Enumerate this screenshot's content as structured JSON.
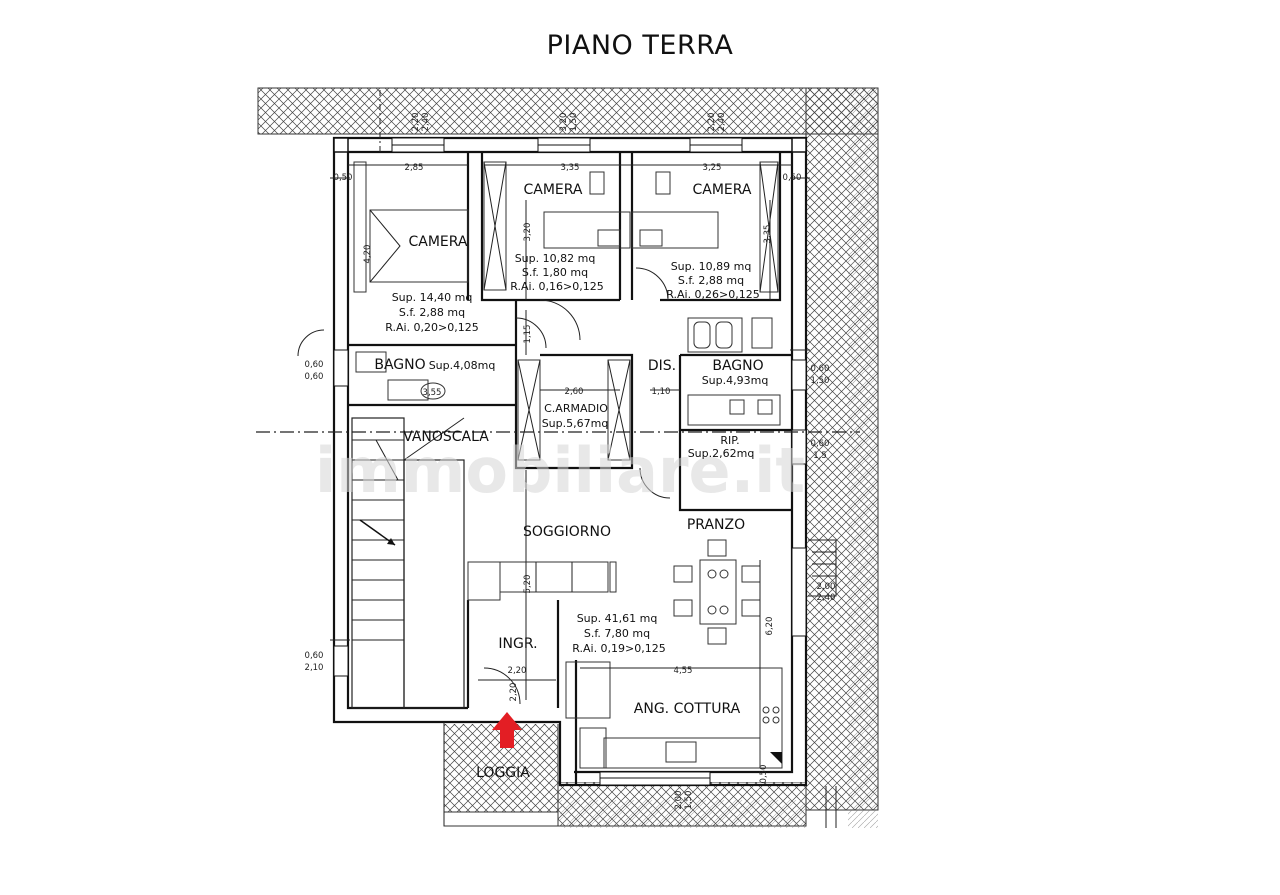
{
  "title": "PIANO TERRA",
  "watermark": "immobiliare.it",
  "accent_color": "#e31e24",
  "entrance_marker": "red-up-arrow",
  "rooms": {
    "camera1": {
      "name": "CAMERA",
      "sup": "Sup. 14,40 mq",
      "sf": "S.f. 2,88 mq",
      "rai": "R.Ai. 0,20>0,125"
    },
    "camera2": {
      "name": "CAMERA",
      "sup": "Sup. 10,82 mq",
      "sf": "S.f. 1,80 mq",
      "rai": "R.Ai. 0,16>0,125"
    },
    "camera3": {
      "name": "CAMERA",
      "sup": "Sup. 10,89 mq",
      "sf": "S.f. 2,88 mq",
      "rai": "R.Ai. 0,26>0,125"
    },
    "bagno1": {
      "name": "BAGNO",
      "sup": "Sup.4,08mq"
    },
    "bagno2": {
      "name": "BAGNO",
      "sup": "Sup.4,93mq"
    },
    "dis": {
      "name": "DIS."
    },
    "carmadio": {
      "name": "C.ARMADIO",
      "sup": "Sup.5,67mq"
    },
    "rip": {
      "name": "RIP.",
      "sup": "Sup.2,62mq"
    },
    "vanoscala": {
      "name": "VANOSCALA"
    },
    "soggiorno": {
      "name": "SOGGIORNO",
      "sup": "Sup. 41,61 mq",
      "sf": "S.f. 7,80 mq",
      "rai": "R.Ai. 0,19>0,125"
    },
    "pranzo": {
      "name": "PRANZO"
    },
    "ingr": {
      "name": "INGR."
    },
    "ang_cottura": {
      "name": "ANG. COTTURA"
    },
    "loggia": {
      "name": "LOGGIA"
    }
  },
  "dimensions": {
    "d285": "2,85",
    "d335": "3,35",
    "d325": "3,25",
    "d050a": "0,50",
    "d050b": "0,50",
    "d220a": "2,20",
    "d240a": "2,40",
    "d320a": "3,20",
    "d150a": "1,50",
    "d220b": "2,20",
    "d240b": "2,40",
    "d420": "4,20",
    "d320v": "3,20",
    "d335v": "3,35",
    "d115": "1,15",
    "d260": "2,60",
    "d110": "1,10",
    "d355": "3,55",
    "d060a": "0,60",
    "d060b": "0,60",
    "d060c": "0,60",
    "d150b": "1,50",
    "d060d": "0,60",
    "d150c": "1,5",
    "d200a": "2,00",
    "d240c": "2,40",
    "d620": "6,20",
    "d520": "5,20",
    "d060e": "0,60",
    "d210": "2,10",
    "d220c": "2,20",
    "d220d": "2,20",
    "d455": "4,55",
    "d050c": "0,50",
    "d200b": "2,00",
    "d150d": "1,50"
  }
}
